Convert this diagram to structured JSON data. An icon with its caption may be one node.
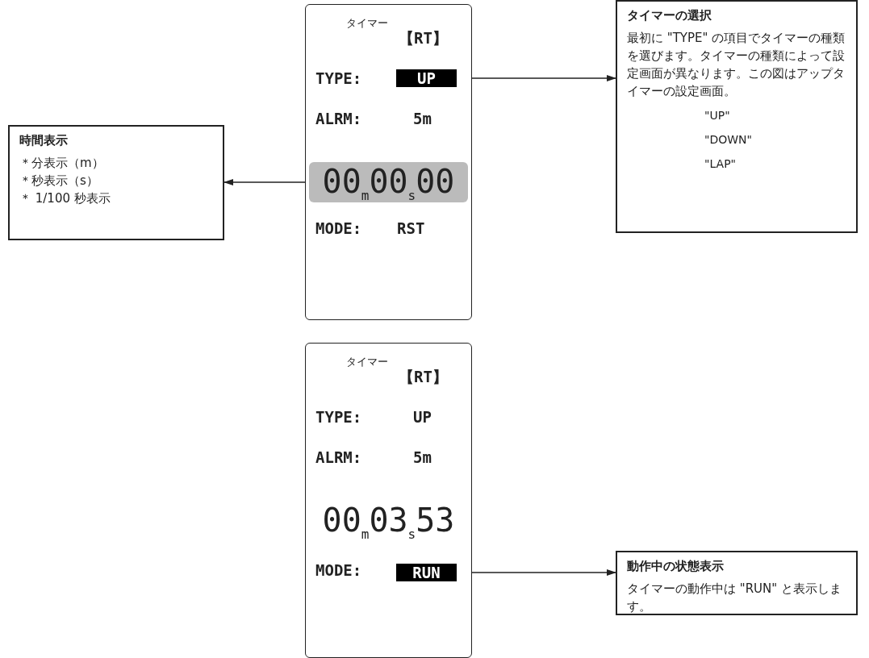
{
  "diagram": {
    "nodes": [
      {
        "text": [
          "タイマー",
          "【RT】",
          "TYPE:",
          "ALRM:",
          "5m",
          "MODE:",
          "RST"
        ]
      },
      {
        "text": [
          "UP"
        ],
        "in": 0
      },
      {
        "text": [
          "00$_{m}$00$_{s}$00"
        ],
        "in": 0
      },
      {
        "text": [
          "時間表示",
          "＊分表示（m）",
          "＊秒表示（s）",
          "＊ 1/100 秒表示"
        ]
      },
      {
        "text": [
          "タイマーの選択",
          "最初に \"TYPE\" の項目でタイマーの種類を選びます。タイマーの種類によって設定画面が異なります。この図はアップタイマーの設定画面。",
          "\"UP\"",
          "\"DOWN\"",
          "\"LAP\""
        ]
      },
      {
        "text": [
          "タイマー",
          "【RT】",
          "TYPE:",
          "UP",
          "ALRM:",
          "5m",
          "00$_{m}$03$_{s}$53",
          "MODE:"
        ]
      },
      {
        "text": [
          "RUN"
        ],
        "in": 5
      },
      {
        "text": [
          "動作中の状態表示",
          "タイマーの動作中は \"RUN\" と表示します。"
        ]
      }
    ],
    "edges": [
      {
        "from": 1,
        "to": 4,
        "arrow": "to"
      },
      {
        "from": 2,
        "to": 3,
        "arrow": "to"
      },
      {
        "from": 6,
        "to": 7,
        "arrow": "to"
      }
    ]
  }
}
